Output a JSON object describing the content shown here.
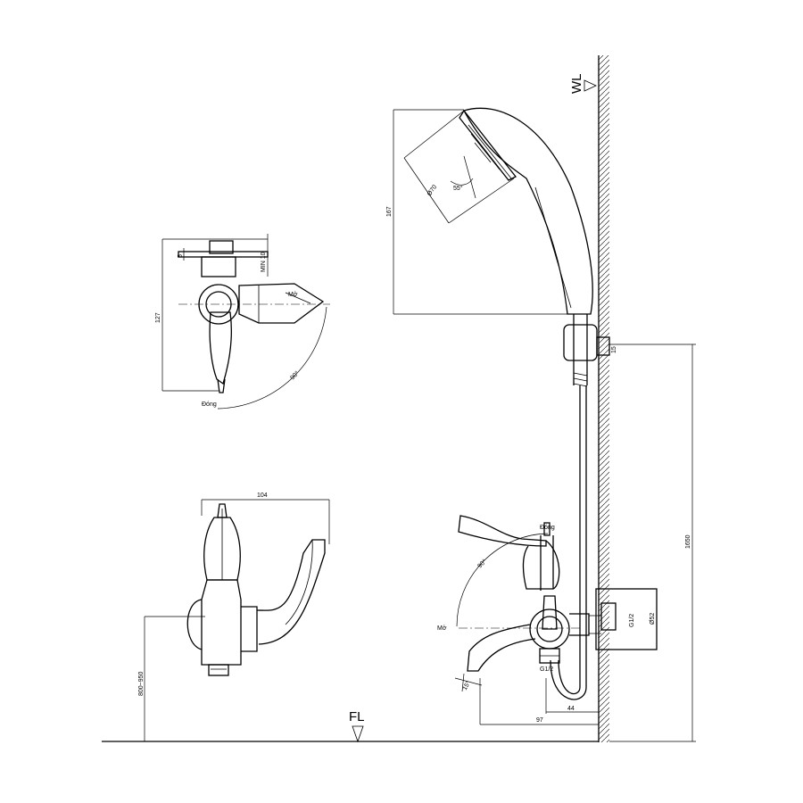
{
  "labels": {
    "wall_level": "WL",
    "floor_level": "FL",
    "closed": "Đóng",
    "open": "Mở"
  },
  "dimensions": {
    "handshower_height": "167",
    "handshower_diameter": "Ø70",
    "handshower_angle": "55°",
    "holder_offset": "15",
    "side_depth": "127",
    "plate_thickness": "5",
    "min_gap": "MIN 10",
    "handle_swing_side": "90°",
    "front_width": "104",
    "mount_height": "800~950",
    "holder_height": "1650",
    "connector_diameter": "Ø52",
    "thread_wall": "G1/2",
    "thread_bottom": "G1/2",
    "spout_angle": "15°",
    "handle_swing_main": "90°",
    "spout_projection": "97",
    "body_offset": "44"
  },
  "colors": {
    "line": "#000000",
    "background": "#ffffff"
  }
}
